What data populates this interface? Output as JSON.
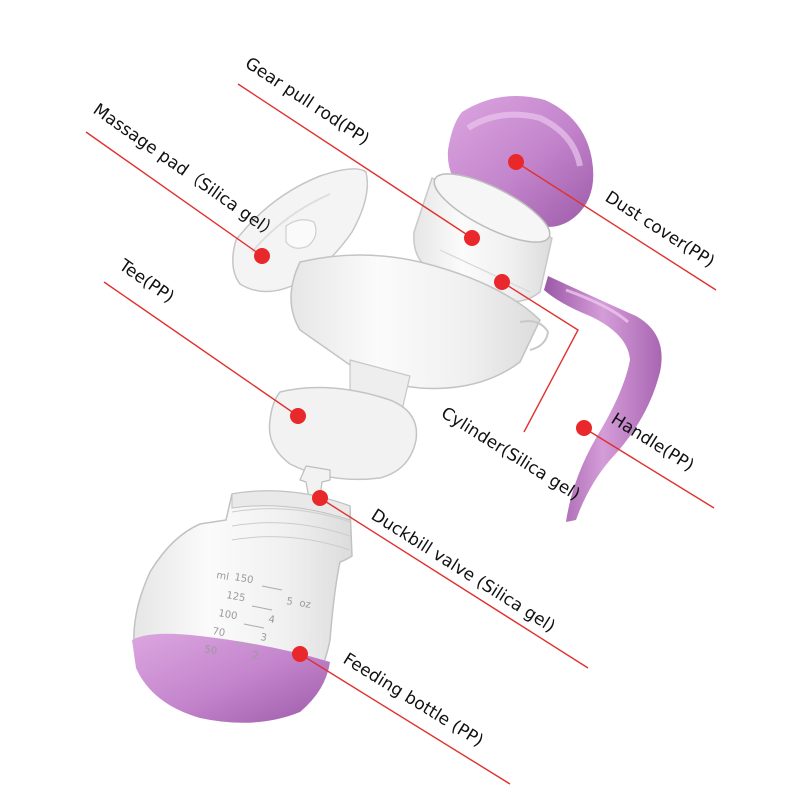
{
  "labels": {
    "gear_pull_rod": "Gear pull rod(PP)",
    "massage_pad": "Massage pad（Silica gel）",
    "tee": "Tee(PP)",
    "dust_cover": "Dust cover(PP)",
    "cylinder": "Cylinder(Silica gel)",
    "handle": "Handle(PP)",
    "duckbill_valve": "Duckbill valve (Silica gel)",
    "feeding_bottle": "Feeding bottle (PP)"
  },
  "scale": {
    "unit_ml": "ml",
    "unit_oz": "oz",
    "ml_marks": [
      "150",
      "125",
      "100",
      "70",
      "50"
    ],
    "oz_marks": [
      "5",
      "4",
      "3",
      "2"
    ]
  },
  "colors": {
    "accent_purple": "#c98bd0",
    "leader_red": "#e0312f",
    "dot_red": "#e8282b"
  }
}
